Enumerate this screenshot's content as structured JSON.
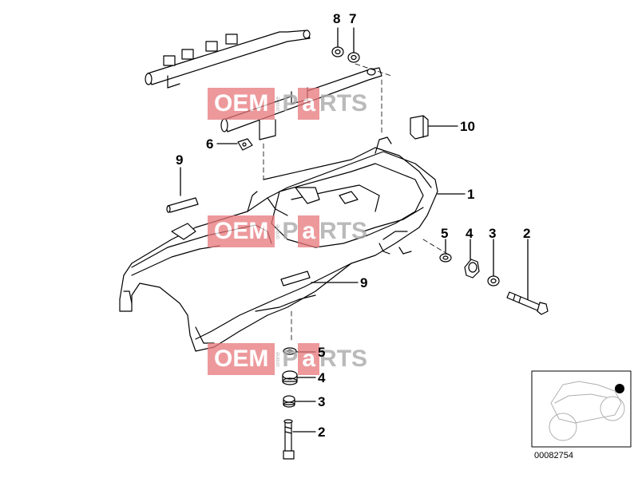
{
  "callouts": {
    "c8": "8",
    "c7": "7",
    "c10": "10",
    "c6": "6",
    "c9a": "9",
    "c1": "1",
    "c5r": "5",
    "c4r": "4",
    "c3r": "3",
    "c2r": "2",
    "c9b": "9",
    "c5b": "5",
    "c4b": "4",
    "c3b": "3",
    "c2b": "2"
  },
  "watermark": {
    "left": "OEM",
    "tiny": "online",
    "right_a": "P",
    "right_b": "a",
    "right_c": "RTS"
  },
  "diagram_id": "00082754",
  "colors": {
    "watermark_red": "#e8787c",
    "watermark_gray": "#a9a9a9",
    "line": "#000000"
  }
}
